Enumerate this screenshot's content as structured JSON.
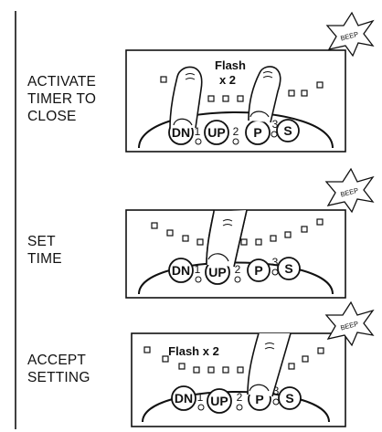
{
  "steps": [
    {
      "label_lines": [
        "ACTIVATE",
        "TIMER TO",
        "CLOSE"
      ],
      "beep": "BEEP",
      "flash_text": [
        "Flash",
        "x 2"
      ],
      "pressed_buttons": [
        "DN",
        "P"
      ]
    },
    {
      "label_lines": [
        "SET",
        "TIME"
      ],
      "beep": "BEEP",
      "flash_text": [],
      "pressed_buttons": [
        "UP"
      ]
    },
    {
      "label_lines": [
        "ACCEPT",
        "SETTING"
      ],
      "beep": "BEEP",
      "flash_text": [
        "Flash x 2"
      ],
      "pressed_buttons": [
        "P"
      ]
    }
  ],
  "keypad": {
    "buttons": [
      "DN",
      "UP",
      "P",
      "S"
    ],
    "numbers": [
      "1",
      "2",
      "3"
    ]
  },
  "colors": {
    "line": "#111111",
    "background": "#ffffff"
  }
}
